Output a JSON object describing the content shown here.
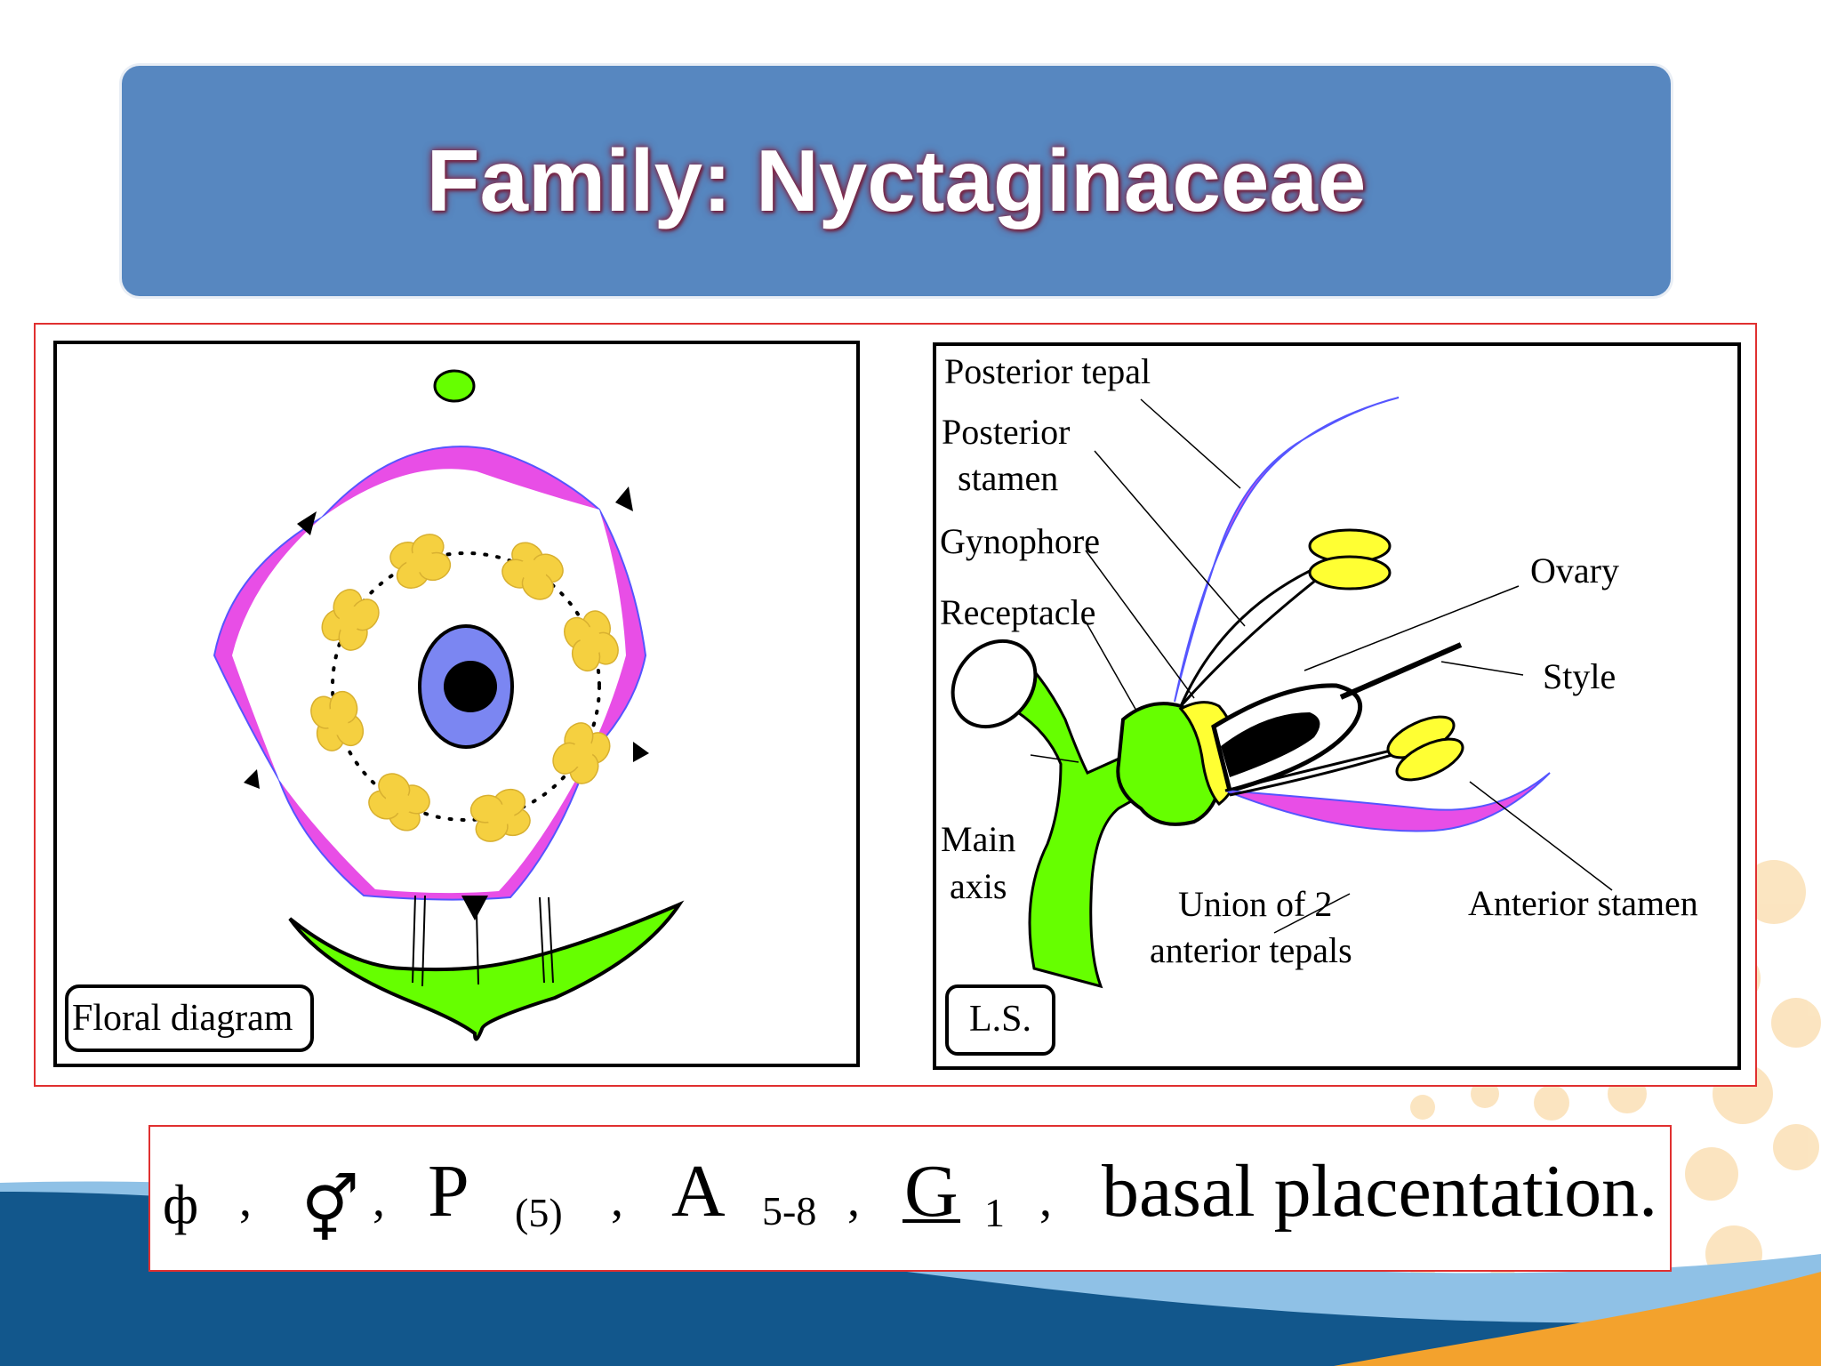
{
  "slide": {
    "title": "Family: Nyctaginaceae",
    "colors": {
      "banner": "#5787c0",
      "tepal": "#f040f0",
      "tepal_edge": "#5555ff",
      "stamen": "#f5d040",
      "ovary": "#7b86f2",
      "green": "#66ff00",
      "receptacle_yellow": "#ffff33",
      "frame_red": "#e03030"
    }
  },
  "floral_diagram": {
    "label": "Floral diagram"
  },
  "ls_diagram": {
    "label": "L.S.",
    "labels": {
      "posterior_tepal": "Posterior tepal",
      "posterior_stamen_1": "Posterior",
      "posterior_stamen_2": "stamen",
      "gynophore": "Gynophore",
      "receptacle": "Receptacle",
      "main_axis_1": "Main",
      "main_axis_2": "axis",
      "ovary": "Ovary",
      "style": "Style",
      "union_1": "Union of 2",
      "union_2": "anterior tepals",
      "anterior_stamen": "Anterior stamen"
    }
  },
  "formula": {
    "actinomorphic_symbol": "ф",
    "sep1": ",",
    "bisexual_symbol": "⚥",
    "sep2": ",",
    "perianth": "P",
    "perianth_count": "(5)",
    "sep3": ",",
    "androecium": "A",
    "androecium_count": "5-8",
    "sep4": ",",
    "gynoecium": "G",
    "gynoecium_count": "1",
    "sep5": ",",
    "placentation": "basal placentation."
  }
}
